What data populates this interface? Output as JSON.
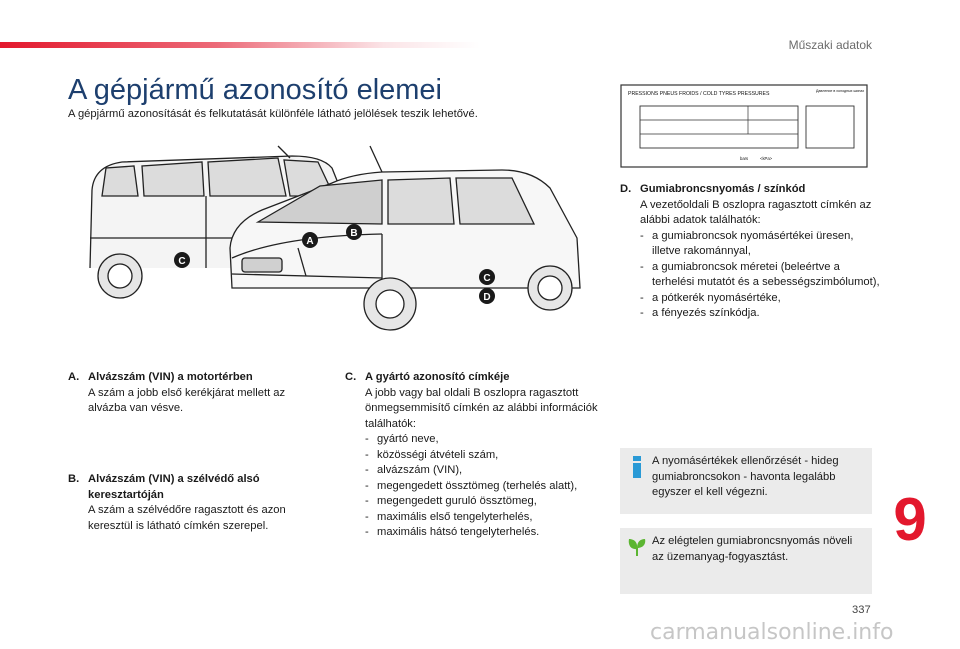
{
  "header": {
    "section_label": "Műszaki adatok"
  },
  "title": "A gépjármű azonosító elemei",
  "subtitle": "A gépjármű azonosítását és felkutatását különféle látható jelölések teszik lehetővé.",
  "illustration": {
    "markers": [
      "A",
      "B",
      "C",
      "C",
      "D"
    ]
  },
  "tire_label": {
    "heading": "PRESSIONS PNEUS FROIDS / COLD TYRES PRESSURES",
    "corner_text": "Давление в холодных шинах",
    "bars_text": "bars",
    "kpa_text": "<kPa>"
  },
  "sections": {
    "A": {
      "letter": "A.",
      "heading": "Alvázszám (VIN) a motortérben",
      "body": "A szám a jobb első kerékjárat mellett az alvázba van vésve."
    },
    "B": {
      "letter": "B.",
      "heading_line1": "Alvázszám (VIN) a szélvédő alsó",
      "heading_line2": "keresztartóján",
      "body": "A szám a szélvédőre ragasztott és azon keresztül is látható címkén szerepel."
    },
    "C": {
      "letter": "C.",
      "heading": "A gyártó azonosító címkéje",
      "body": "A jobb vagy bal oldali B oszlopra ragasztott önmegsemmisítő címkén az alábbi információk találhatók:",
      "items": [
        "gyártó neve,",
        "közösségi átvételi szám,",
        "alvázszám (VIN),",
        "megengedett össztömeg (terhelés alatt),",
        "megengedett guruló össztömeg,",
        "maximális első tengelyterhelés,",
        "maximális hátsó tengelyterhelés."
      ]
    },
    "D": {
      "letter": "D.",
      "heading": "Gumiabroncsnyomás / színkód",
      "body": "A vezetőoldali B oszlopra ragasztott címkén az alábbi adatok találhatók:",
      "items": [
        "a gumiabroncsok nyomásértékei üresen, illetve rakománnyal,",
        "a gumiabroncsok méretei (beleértve a terhelési mutatót és a sebességszimbólumot),",
        "a pótkerék nyomásértéke,",
        "a fényezés színkódja."
      ]
    }
  },
  "info_note": "A nyomásértékek ellenőrzését - hideg gumiabroncsokon - havonta legalább egyszer el kell végezni.",
  "eco_note": "Az elégtelen gumiabroncsnyomás növeli az üzemanyag-fogyasztást.",
  "chapter_number": "9",
  "page_number": "337",
  "watermark": "carmanualsonline.info",
  "colors": {
    "accent_red": "#e3182d",
    "title_blue": "#1d3f6e",
    "info_blue": "#2a9ad6",
    "eco_green": "#5bb531",
    "note_bg": "#ebebeb"
  }
}
